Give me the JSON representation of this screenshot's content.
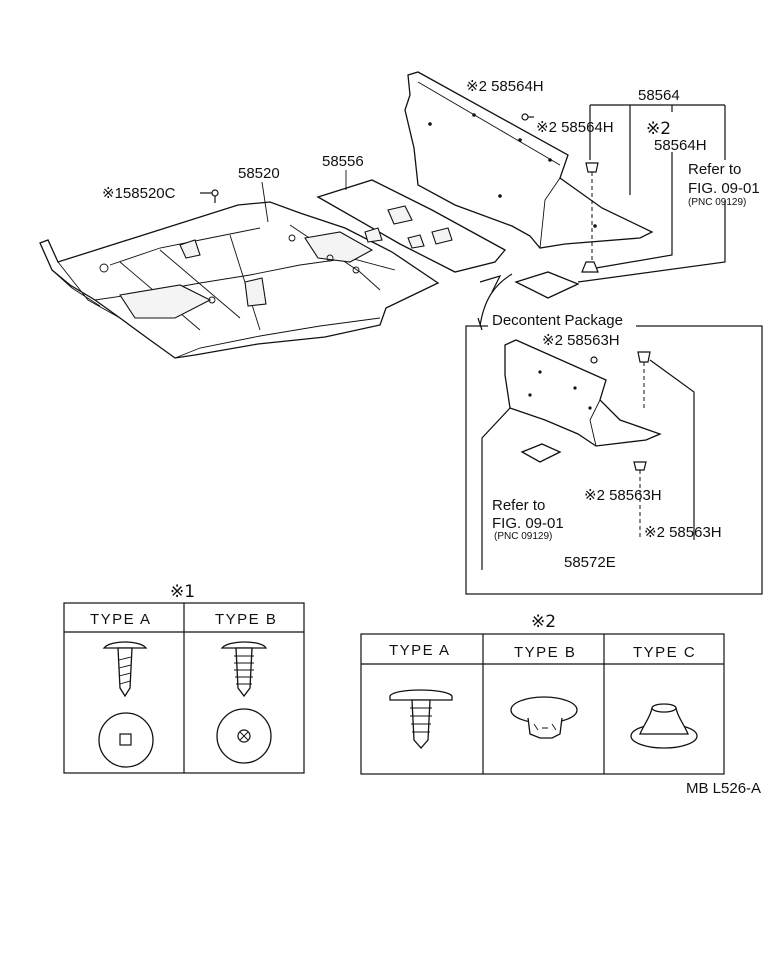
{
  "labels": {
    "part_58520": "58520",
    "part_58520c": "※158520C",
    "part_58556": "58556",
    "part_58564": "58564",
    "part_58564h_top": "※2 58564H",
    "part_58564h_mid": "※2 58564H",
    "part_58564h_right_mark": "※2",
    "part_58564h_right": "58564H",
    "refer_top_line1": "Refer to",
    "refer_top_line2": "FIG. 09-01",
    "refer_top_line3": "(PNC 09129)",
    "decontent_package": "Decontent Package",
    "part_58563h_top": "※2 58563H",
    "part_58563h_mid": "※2 58563H",
    "part_58563h_low": "※2 58563H",
    "refer_inner_line1": "Refer to",
    "refer_inner_line2": "FIG. 09-01",
    "refer_inner_line3": "(PNC 09129)",
    "part_58572e": "58572E",
    "figure_code": "MB  L526-A"
  },
  "table1": {
    "mark": "※1",
    "headers": [
      "TYPE A",
      "TYPE B"
    ]
  },
  "table2": {
    "mark": "※2",
    "headers": [
      "TYPE A",
      "TYPE B",
      "TYPE C"
    ]
  }
}
